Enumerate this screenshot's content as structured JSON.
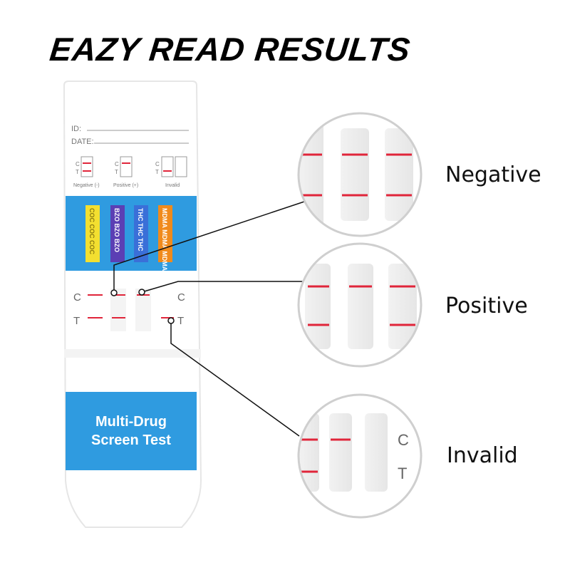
{
  "headline": "EAZY READ RESULTS",
  "card": {
    "id_label": "ID:",
    "date_label": "DATE:",
    "legend": {
      "c": "C",
      "t": "T",
      "negative": "Negative (-)",
      "positive": "Positive (+)",
      "invalid": "Invalid"
    },
    "strips": [
      "COC COC COC",
      "BZO BZO BZO",
      "THC THC THC",
      "MDMA MDMA MDMA"
    ],
    "window_c": "C",
    "window_t": "T",
    "product_line1": "Multi-Drug",
    "product_line2": "Screen Test"
  },
  "zoom": {
    "negative_label": "Negative",
    "positive_label": "Positive",
    "invalid_label": "Invalid",
    "invalid_c": "C",
    "invalid_t": "T"
  },
  "colors": {
    "line_red": "#e0253a",
    "panel_blue": "#2f9be0",
    "strip_yellow": "#f3df30",
    "strip_purple": "#5b3fb4",
    "strip_blue": "#3a6fd8",
    "strip_orange": "#f08a1c"
  }
}
